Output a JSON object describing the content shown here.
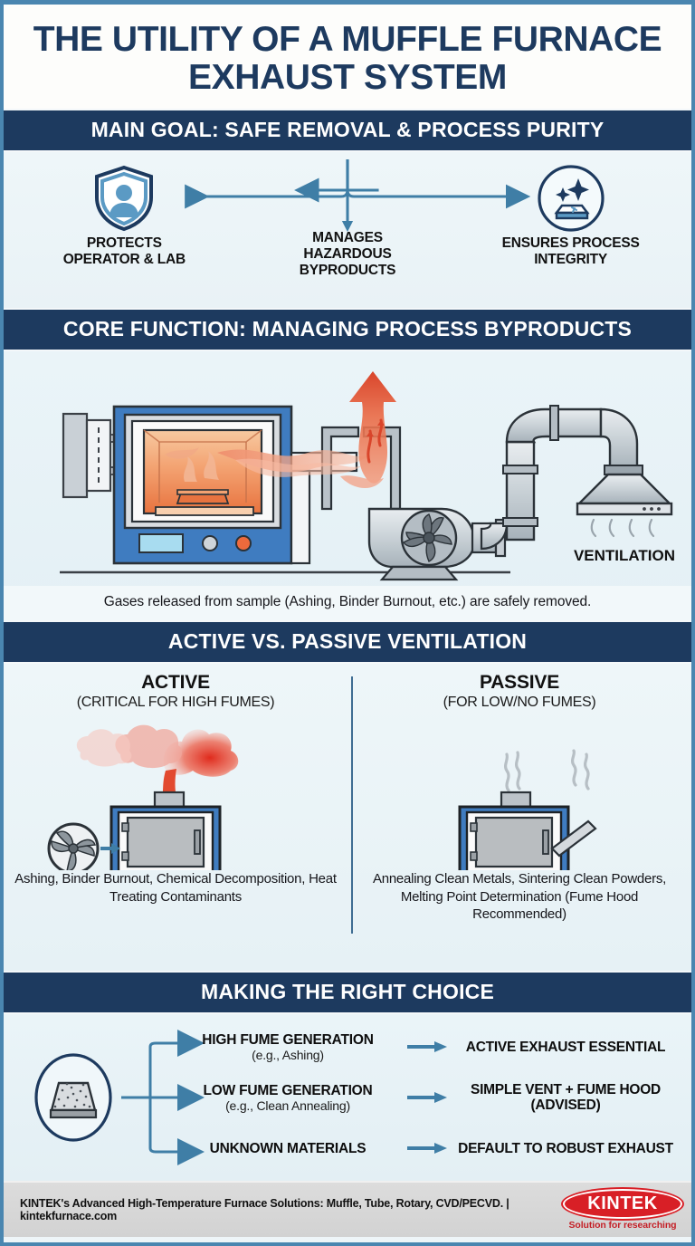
{
  "title": "THE UTILITY OF A MUFFLE FURNACE EXHAUST SYSTEM",
  "colors": {
    "band_navy": "#1d3a5f",
    "page_bg": "#eef5f8",
    "border_blue": "#4a86b0",
    "accent_blue": "#3f7ea6",
    "heat_red": "#e04a2f",
    "logo_red": "#d81f26"
  },
  "sections": {
    "main_goal": {
      "band": "MAIN GOAL: SAFE REMOVAL & PROCESS PURITY",
      "goals": [
        {
          "icon": "shield-person-icon",
          "label": "PROTECTS\nOPERATOR & LAB"
        },
        {
          "icon": "down-arrow-icon",
          "label": "MANAGES\nHAZARDOUS\nBYPRODUCTS"
        },
        {
          "icon": "sparkle-sample-icon",
          "label": "ENSURES PROCESS\nINTEGRITY"
        }
      ]
    },
    "core_function": {
      "band": "CORE FUNCTION: MANAGING PROCESS BYPRODUCTS",
      "diagram_label": "VENTILATION",
      "caption": "Gases released from sample (Ashing, Binder Burnout, etc.) are safely removed."
    },
    "active_vs_passive": {
      "band": "ACTIVE VS. PASSIVE VENTILATION",
      "columns": [
        {
          "heading": "ACTIVE",
          "subheading": "(CRITICAL FOR HIGH FUMES)",
          "art": "furnace-with-blower-red-fumes",
          "description": "Ashing, Binder Burnout, Chemical Decomposition, Heat Treating Contaminants"
        },
        {
          "heading": "PASSIVE",
          "subheading": "(FOR LOW/NO FUMES)",
          "art": "furnace-with-light-wisps",
          "description": "Annealing Clean Metals, Sintering Clean Powders, Melting Point Determination (Fume Hood Recommended)"
        }
      ]
    },
    "right_choice": {
      "band": "MAKING THE RIGHT CHOICE",
      "source_icon": "sample-crucible-icon",
      "rows": [
        {
          "condition": "HIGH FUME GENERATION",
          "example": "(e.g., Ashing)",
          "outcome": "ACTIVE EXHAUST ESSENTIAL"
        },
        {
          "condition": "LOW FUME GENERATION",
          "example": "(e.g., Clean Annealing)",
          "outcome": "SIMPLE VENT + FUME HOOD (ADVISED)"
        },
        {
          "condition": "UNKNOWN MATERIALS",
          "example": "",
          "outcome": "DEFAULT TO ROBUST EXHAUST"
        }
      ]
    }
  },
  "footer": {
    "text": "KINTEK's Advanced High-Temperature Furnace Solutions: Muffle, Tube, Rotary, CVD/PECVD.  |  kintekfurnace.com",
    "logo_name": "KINTEK",
    "logo_tagline": "Solution for researching"
  }
}
